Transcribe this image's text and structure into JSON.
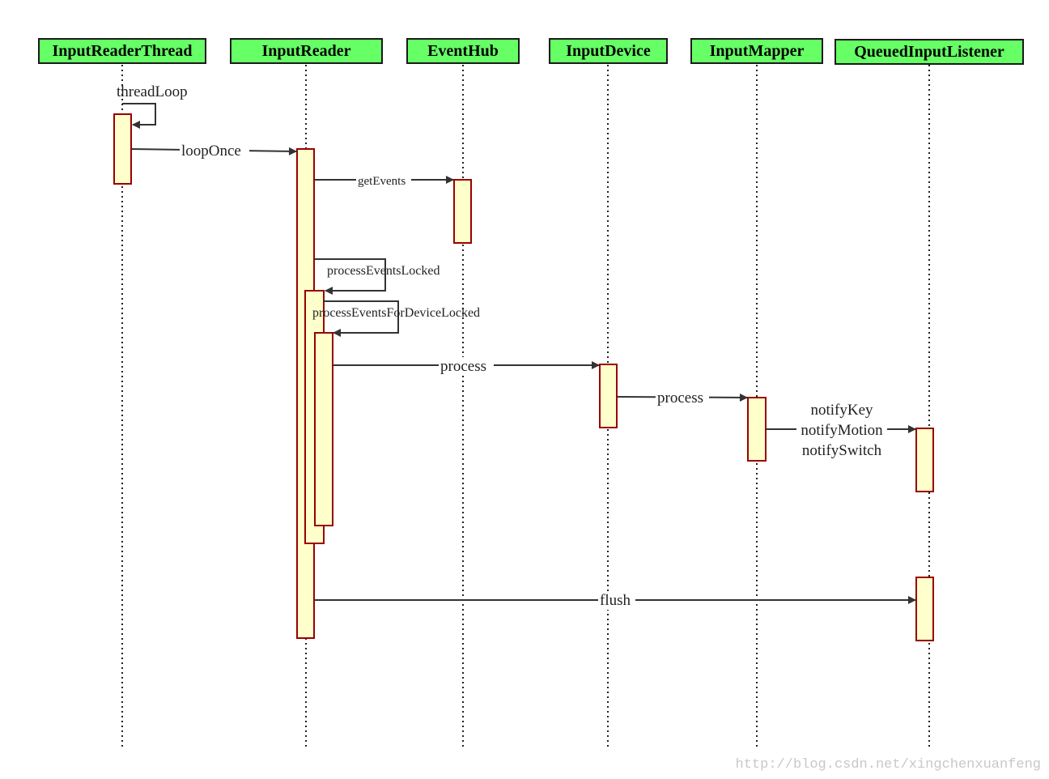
{
  "participants": [
    {
      "id": "thread",
      "label": "InputReaderThread"
    },
    {
      "id": "reader",
      "label": "InputReader"
    },
    {
      "id": "hub",
      "label": "EventHub"
    },
    {
      "id": "device",
      "label": "InputDevice"
    },
    {
      "id": "mapper",
      "label": "InputMapper"
    },
    {
      "id": "listener",
      "label": "QueuedInputListener"
    }
  ],
  "messages": {
    "threadloop": "threadLoop",
    "looponce": "loopOnce",
    "getevents": "getEvents",
    "processeventslocked": "processEventsLocked",
    "processeventsfordevicelocked": "processEventsForDeviceLocked",
    "process_device": "process",
    "process_mapper": "process",
    "notify_key": "notifyKey",
    "notify_motion": "notifyMotion",
    "notify_switch": "notifySwitch",
    "flush": "flush"
  },
  "watermark": "http://blog.csdn.net/xingchenxuanfeng",
  "colors": {
    "participant_fill": "#66ff66",
    "activation_fill": "#ffffcc",
    "activation_border": "#990000",
    "arrow": "#333333"
  }
}
